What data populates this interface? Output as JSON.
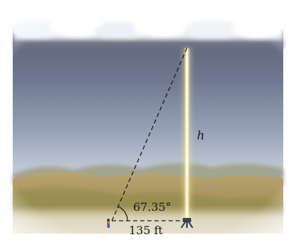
{
  "diagram": {
    "height_label": "h",
    "angle_label": "67.35°",
    "distance_label": "135 ft"
  }
}
